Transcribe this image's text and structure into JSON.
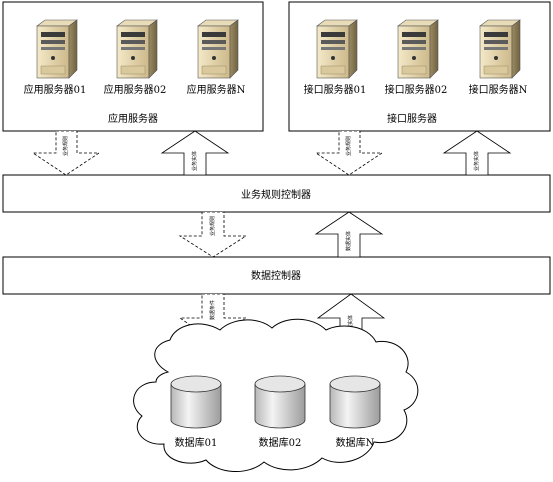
{
  "groups": {
    "app": {
      "title": "应用服务器",
      "servers": [
        "应用服务器01",
        "应用服务器02",
        "应用服务器N"
      ]
    },
    "api": {
      "title": "接口服务器",
      "servers": [
        "接口服务器01",
        "接口服务器02",
        "接口服务器N"
      ]
    }
  },
  "bars": {
    "business_rule_controller": "业务规则控制器",
    "data_controller": "数据控制器"
  },
  "arrows": {
    "a1": "业务规则",
    "a2": "业务实体",
    "a3": "业务规则",
    "a4": "业务实体",
    "a5": "业务规则",
    "a6": "数据实体",
    "a7": "数据条件",
    "a8": "数据实体"
  },
  "databases": [
    "数据库01",
    "数据库02",
    "数据库N"
  ],
  "icons": {
    "server": "server-tower-icon",
    "database": "database-cylinder-icon"
  }
}
